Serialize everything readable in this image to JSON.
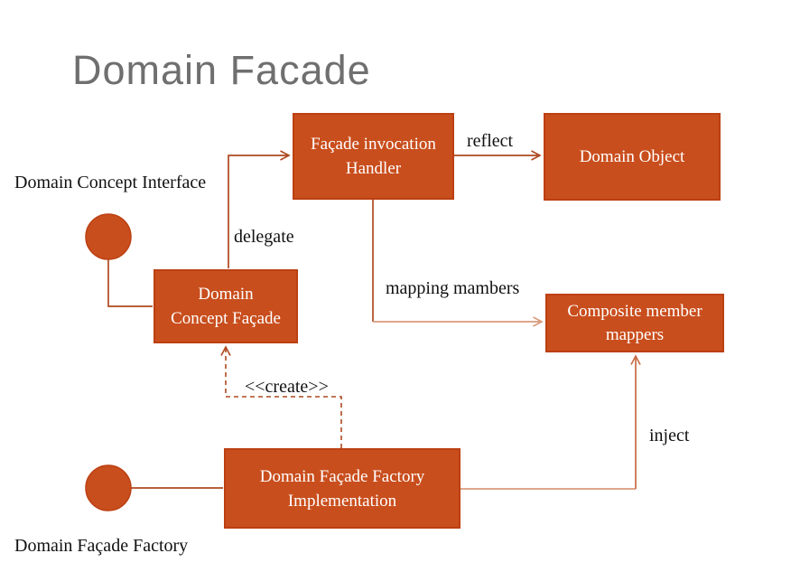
{
  "slide": {
    "title": "Domain Facade"
  },
  "colors": {
    "box_fill": "#c94e1d",
    "box_border": "#bc4012",
    "connector_dark": "#ae491f",
    "connector_light": "#da997b",
    "connector_medium": "#c86a44",
    "title_gray": "#6f6f6f",
    "label_black": "#111111",
    "box_text": "#ffffff"
  },
  "nodes": {
    "facade_invocation_handler": {
      "lines": [
        "Façade invocation",
        "Handler"
      ]
    },
    "domain_object": {
      "lines": [
        "Domain Object"
      ]
    },
    "domain_concept_facade": {
      "lines": [
        "Domain",
        "Concept Façade"
      ]
    },
    "composite_member_mappers": {
      "lines": [
        "Composite member",
        "mappers"
      ]
    },
    "domain_facade_factory_impl": {
      "lines": [
        "Domain Façade Factory",
        "Implementation"
      ]
    }
  },
  "edge_labels": {
    "reflect": "reflect",
    "delegate": "delegate",
    "mapping_members": "mapping mambers",
    "create": "<<create>>",
    "inject": "inject"
  },
  "interface_labels": {
    "domain_concept_interface": "Domain Concept Interface",
    "domain_facade_factory": "Domain Façade Factory"
  }
}
